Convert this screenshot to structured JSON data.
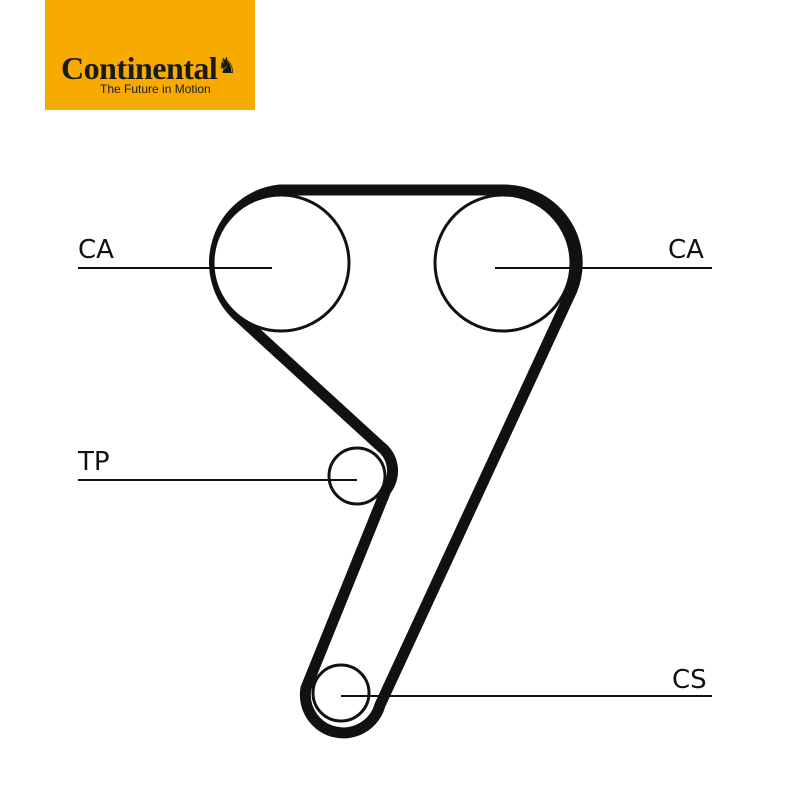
{
  "logo": {
    "brand": "Continental",
    "tagline": "The Future in Motion",
    "color": "#f7ab00"
  },
  "labels": {
    "ca_left": "CA",
    "ca_right": "CA",
    "tp": "TP",
    "cs": "CS"
  }
}
